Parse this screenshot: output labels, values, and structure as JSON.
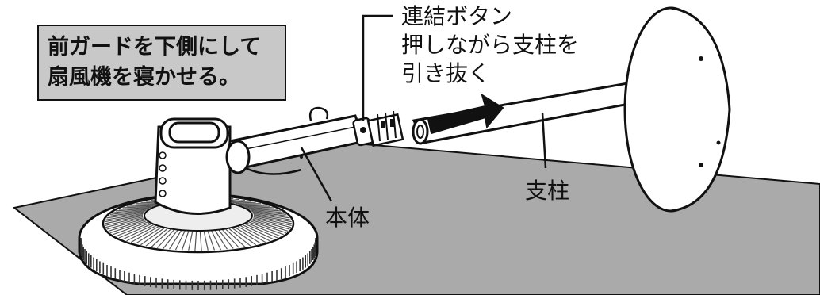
{
  "note_box": {
    "line1": "前ガードを下側にして",
    "line2": "扇風機を寝かせる。"
  },
  "callouts": {
    "button": "連結ボタン",
    "instruction_line1": "押しながら支柱を",
    "instruction_line2": "引き抜く",
    "pole": "支柱",
    "body": "本体"
  },
  "colors": {
    "floor": "#aaaaaa",
    "note_bg": "#c8c8c8",
    "line": "#111111",
    "arrow": "#111111"
  }
}
